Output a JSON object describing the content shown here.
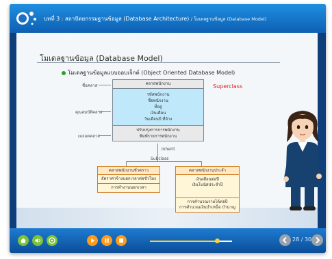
{
  "header": {
    "title": "บทที่ 3 : สถาปัตยกรรมฐานข้อมูล (Database Architecture)",
    "breadcrumb": "/ โมเดลฐานข้อมูล (Database Model)"
  },
  "slide": {
    "title": "โมเดลฐานข้อมูล (Database Model)",
    "bullet": "โมเดลฐานข้อมูลแบบออบเจ็กต์ (Object Oriented Database Model)",
    "side_labels": {
      "class_name": "ชื่อคลาส",
      "attributes": "คุณสมบัติคลาส",
      "methods": "เมธอดคลาส"
    },
    "superclass_label": "Superclass",
    "superclass": {
      "name": "คลาสพนักงาน",
      "attributes": [
        "รหัสพนักงาน",
        "ชื่อพนักงาน",
        "ที่อยู่",
        "เงินเดือน",
        "วันเดือนปี ที่จ้าง"
      ],
      "methods": [
        "ปรับปรุงการการพนักงาน",
        "พิมพ์รายการพนักงาน"
      ]
    },
    "inherit_label": "Inherit",
    "subclass_label": "Subclass",
    "subclass_left": {
      "name": "คลาสพนักงานชั่วคราว",
      "attributes": [
        "อัตราค่าจ้างนอกเวลาต่อชั่วโมง"
      ],
      "methods": [
        "การทำงานนอกเวลา"
      ]
    },
    "subclass_right": {
      "name": "คลาสพนักงานประจำ",
      "attributes": [
        "เงินเดือนต่อปี",
        "เงินโบนัสประจำปี"
      ],
      "methods": [
        "การคำนวณรายได้ต่อปี",
        "การคำนวณเงินบำเหน็จ บำนาญ"
      ]
    }
  },
  "controls": {
    "home_icon": "home-icon",
    "sound_icon": "sound-icon",
    "info_icon": "info-icon",
    "play_icon": "play-icon",
    "pause_icon": "pause-icon",
    "stop_icon": "stop-icon",
    "progress_fraction": 0.82,
    "page_counter": "28 / 30",
    "accent": "#ffcf3a",
    "button_orange": "#ff9a1a",
    "button_green": "#7cc33a"
  }
}
